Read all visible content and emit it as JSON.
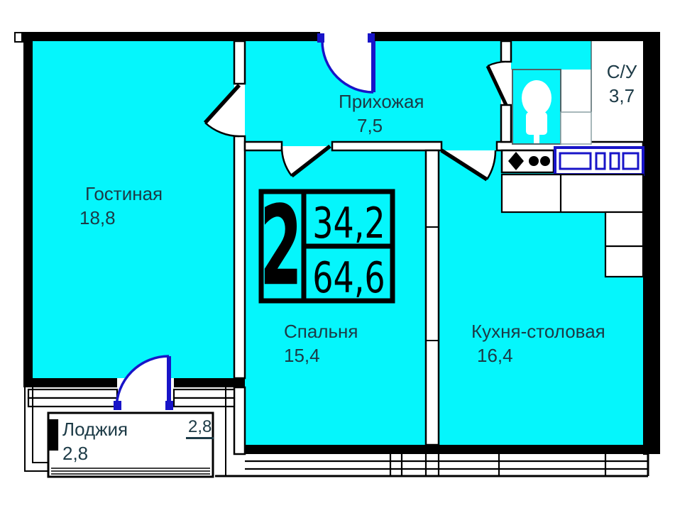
{
  "badge": {
    "rooms": "2",
    "area_living": "34,2",
    "area_total": "64,6"
  },
  "rooms": {
    "living": {
      "name": "Гостиная",
      "area": "18,8"
    },
    "hallway": {
      "name": "Прихожая",
      "area": "7,5"
    },
    "bathroom": {
      "name": "С/У",
      "area": "3,7"
    },
    "bedroom": {
      "name": "Спальня",
      "area": "15,4"
    },
    "kitchen": {
      "name": "Кухня-столовая",
      "area": "16,4"
    },
    "loggia": {
      "name": "Лоджия",
      "area": "2,8"
    }
  },
  "dimensions": {
    "loggia_width": "2,8"
  },
  "colors": {
    "floor": "#05f6fc",
    "door": "#1814c8",
    "wall": "#000000",
    "label": "#1c3a46",
    "fixture": "#4f6468",
    "sink": "#8aa0a4"
  }
}
